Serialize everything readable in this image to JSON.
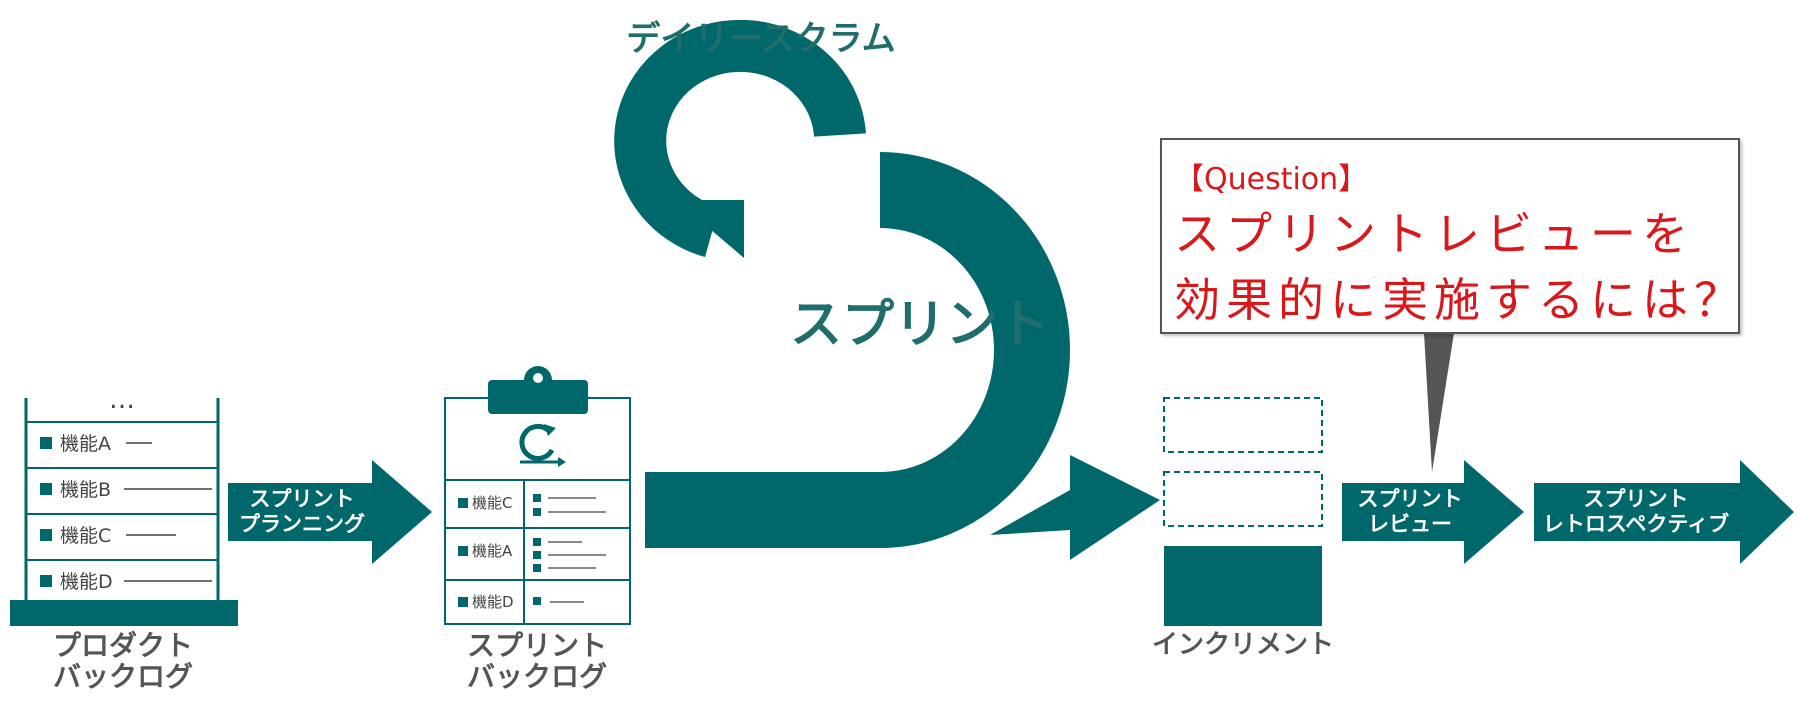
{
  "colors": {
    "teal": "#00676a",
    "teal_light": "#1f6e6c",
    "red": "#d9181c",
    "gray": "#555555"
  },
  "labels": {
    "daily_scrum": "デイリースクラム",
    "sprint": "スプリント",
    "planning_line1": "スプリント",
    "planning_line2": "プランニング",
    "review_line1": "スプリント",
    "review_line2": "レビュー",
    "retro_line1": "スプリント",
    "retro_line2": "レトロスペクティブ",
    "product_backlog_line1": "プロダクト",
    "product_backlog_line2": "バックログ",
    "sprint_backlog_line1": "スプリント",
    "sprint_backlog_line2": "バックログ",
    "increment": "インクリメント",
    "ellipsis": "…"
  },
  "product_backlog_items": [
    "機能A",
    "機能B",
    "機能C",
    "機能D"
  ],
  "sprint_backlog_items": [
    "機能C",
    "機能A",
    "機能D"
  ],
  "question": {
    "tag": "【Question】",
    "line1": "スプリントレビューを",
    "line2": "効果的に実施するには？"
  }
}
